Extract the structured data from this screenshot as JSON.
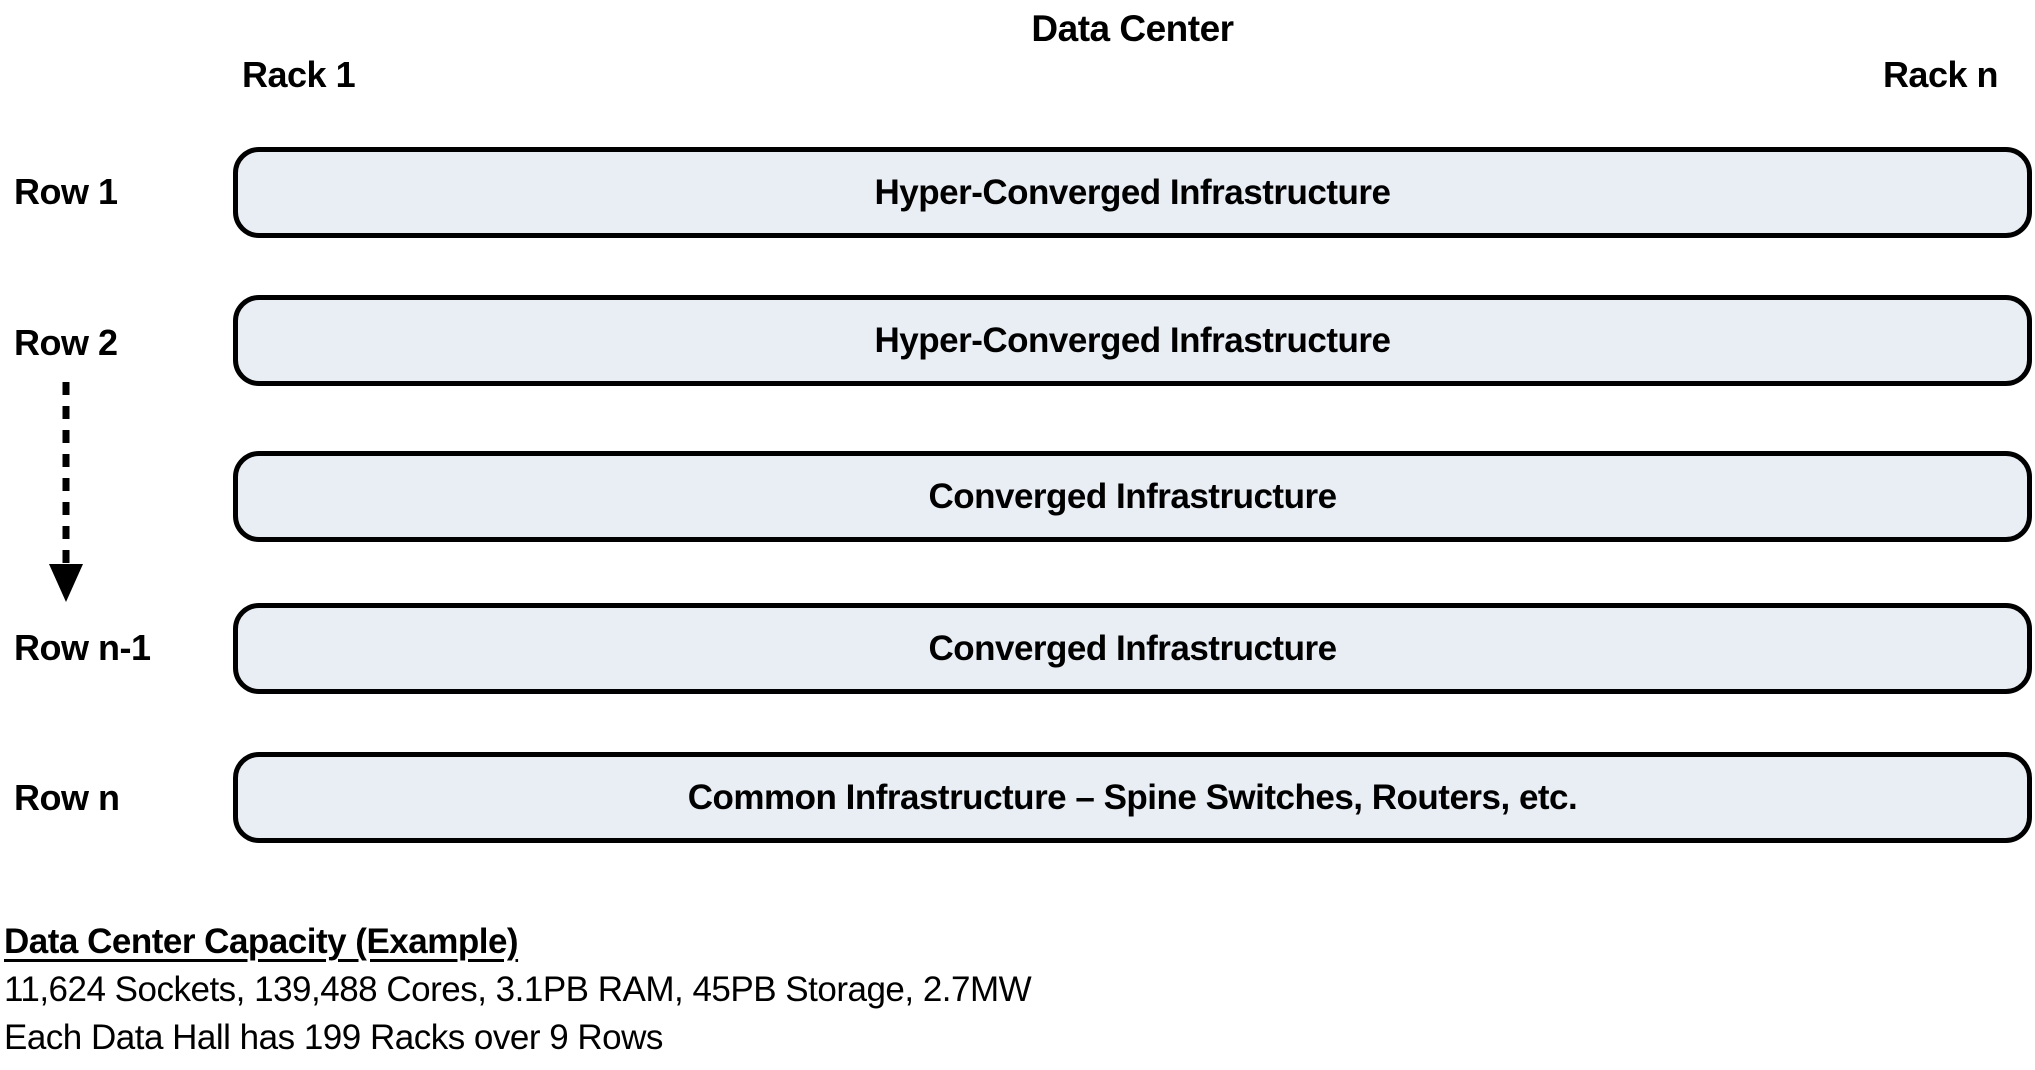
{
  "title": "Data Center",
  "rack_labels": {
    "first": "Rack 1",
    "last": "Rack n"
  },
  "rows": [
    {
      "label": "Row 1",
      "box": "Hyper-Converged Infrastructure"
    },
    {
      "label": "Row 2",
      "box": "Hyper-Converged Infrastructure"
    },
    {
      "label": "",
      "box": "Converged Infrastructure"
    },
    {
      "label": "Row n-1",
      "box": "Converged Infrastructure"
    },
    {
      "label": "Row n",
      "box": "Common Infrastructure – Spine Switches, Routers, etc."
    }
  ],
  "arrow": {
    "meaning": "rows-continue-downward"
  },
  "capacity": {
    "heading": "Data Center Capacity (Example)",
    "line1": "11,624 Sockets, 139,488 Cores, 3.1PB RAM, 45PB Storage, 2.7MW",
    "line2": "Each Data Hall has 199 Racks over 9 Rows"
  },
  "colors": {
    "box_fill": "#E9EDF4",
    "box_border": "#000000",
    "text": "#000000",
    "background": "#FFFFFF"
  }
}
